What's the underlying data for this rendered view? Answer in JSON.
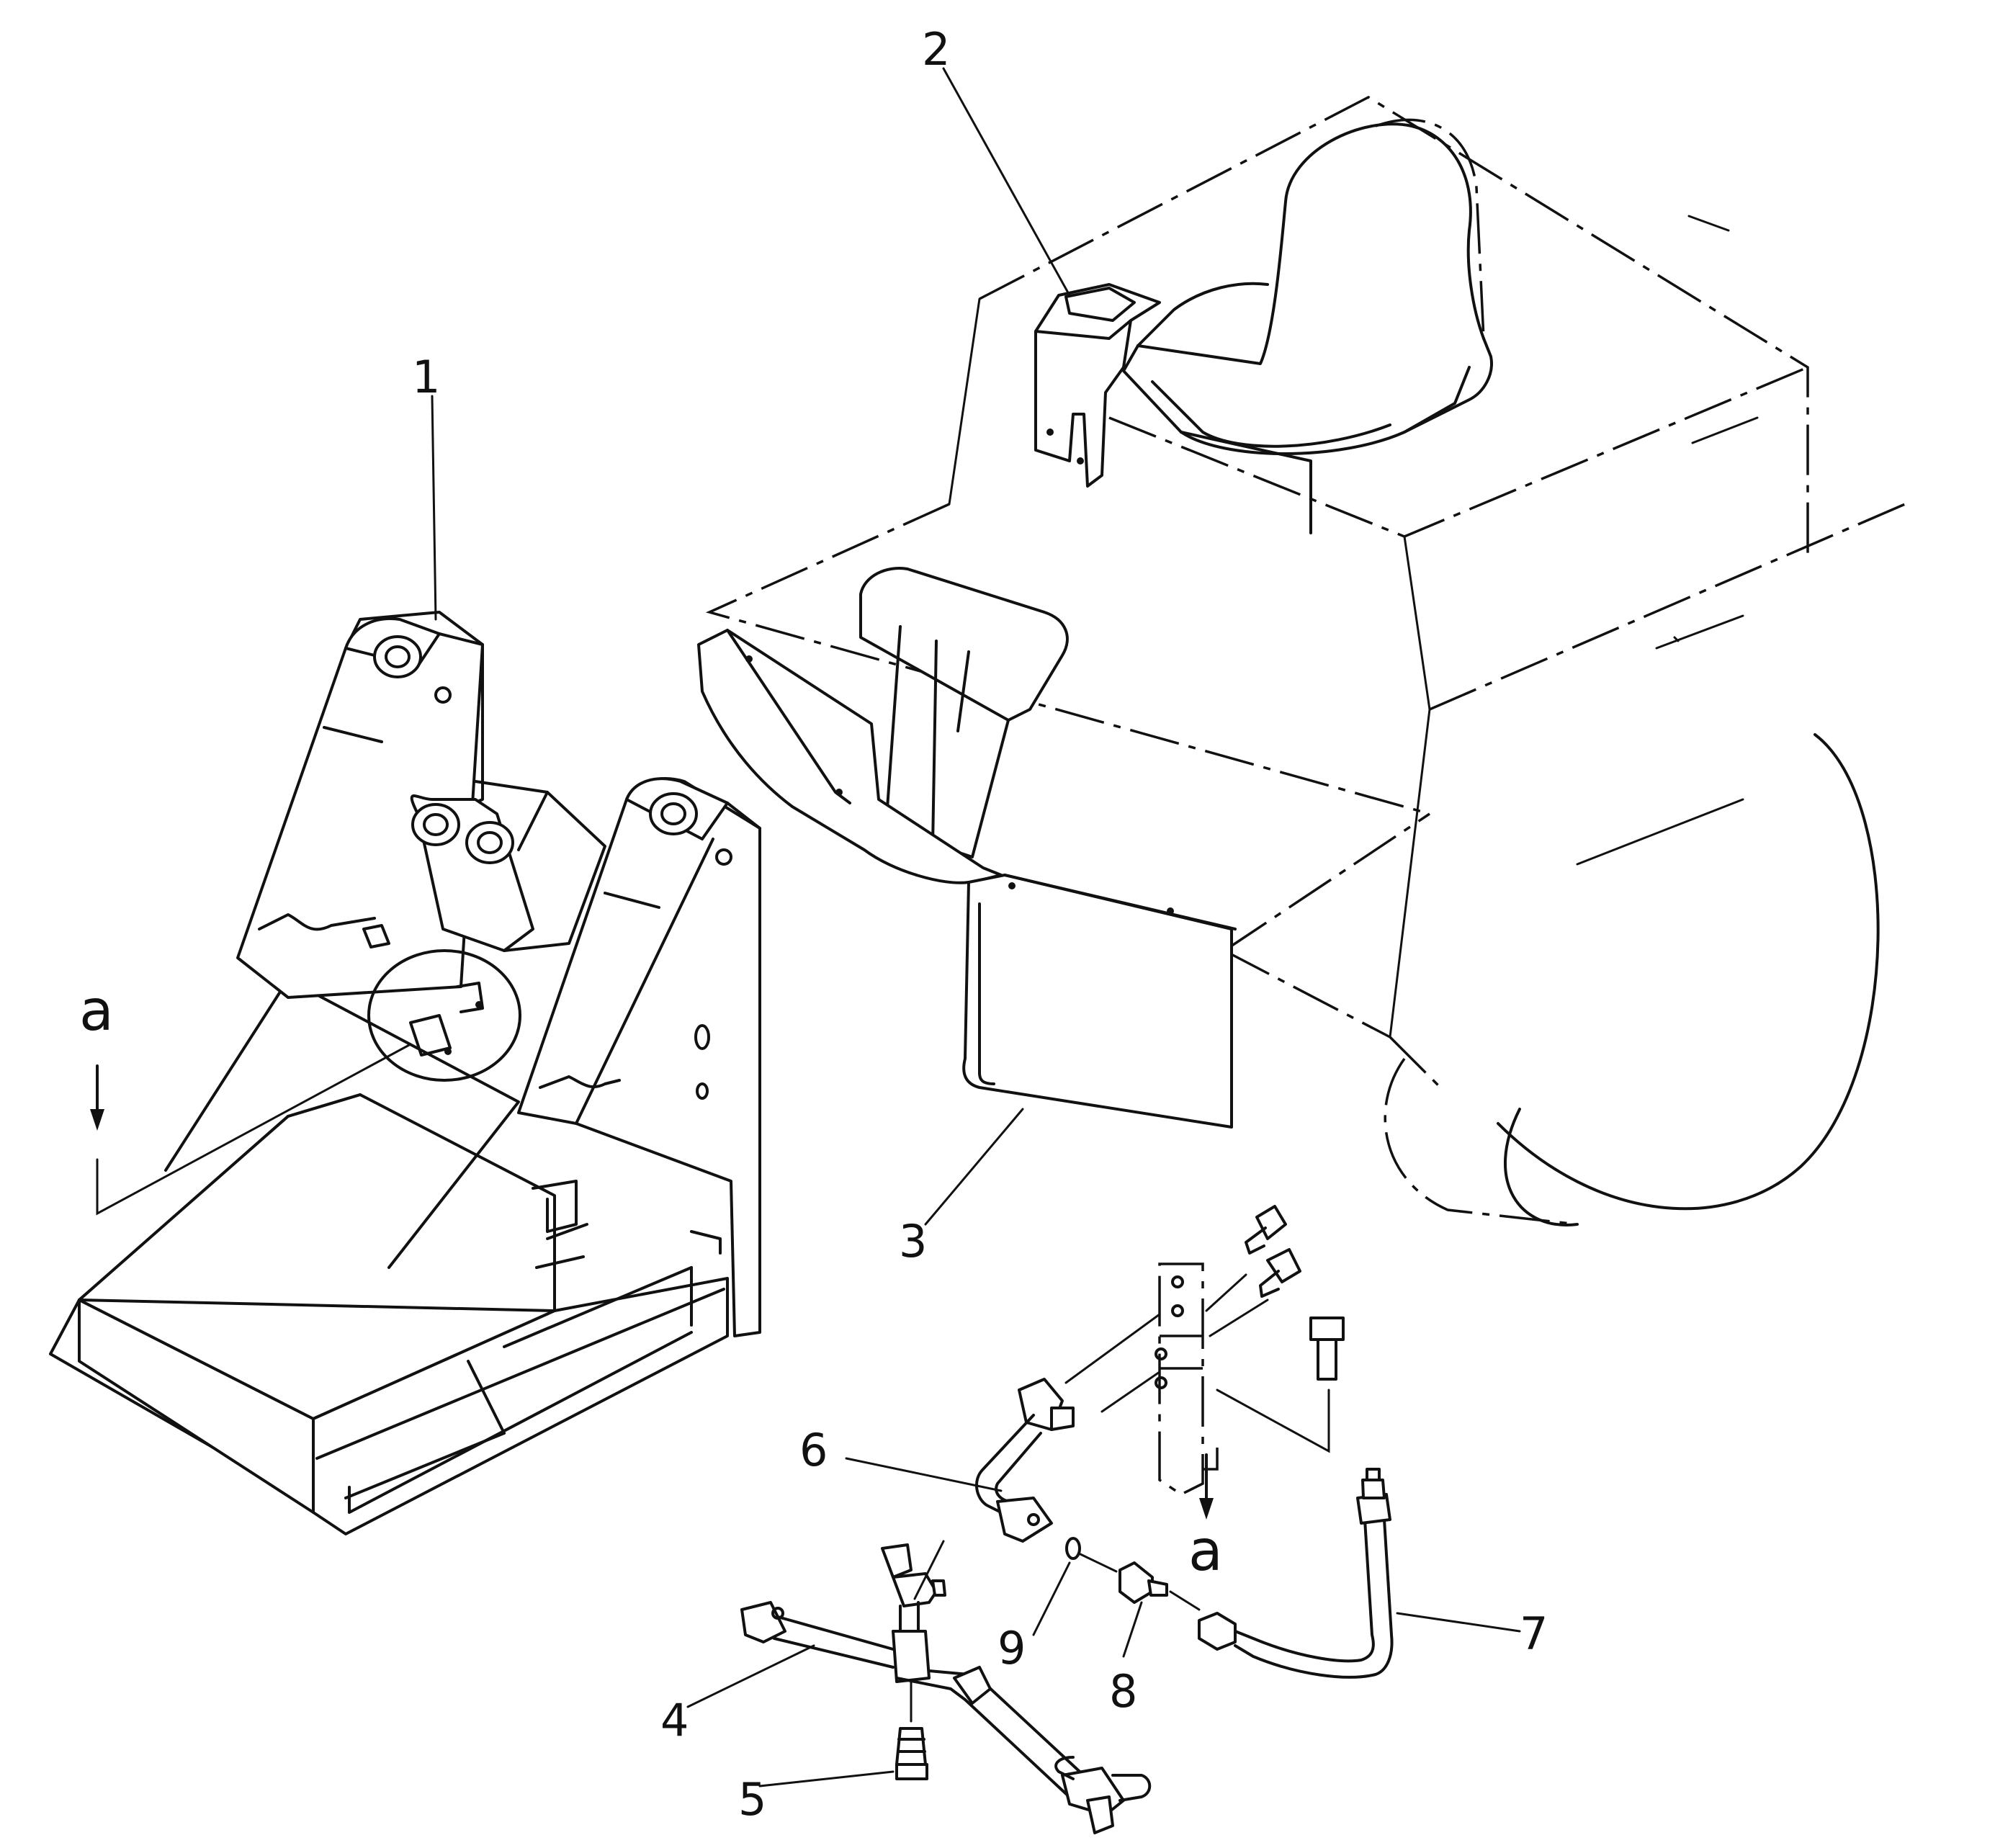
{
  "callouts": {
    "c1": "1",
    "c2": "2",
    "c3": "3",
    "c4": "4",
    "c5": "5",
    "c6": "6",
    "c7": "7",
    "c8": "8",
    "c9": "9"
  },
  "view_markers": {
    "a_left": "a",
    "a_bottom": "a"
  }
}
